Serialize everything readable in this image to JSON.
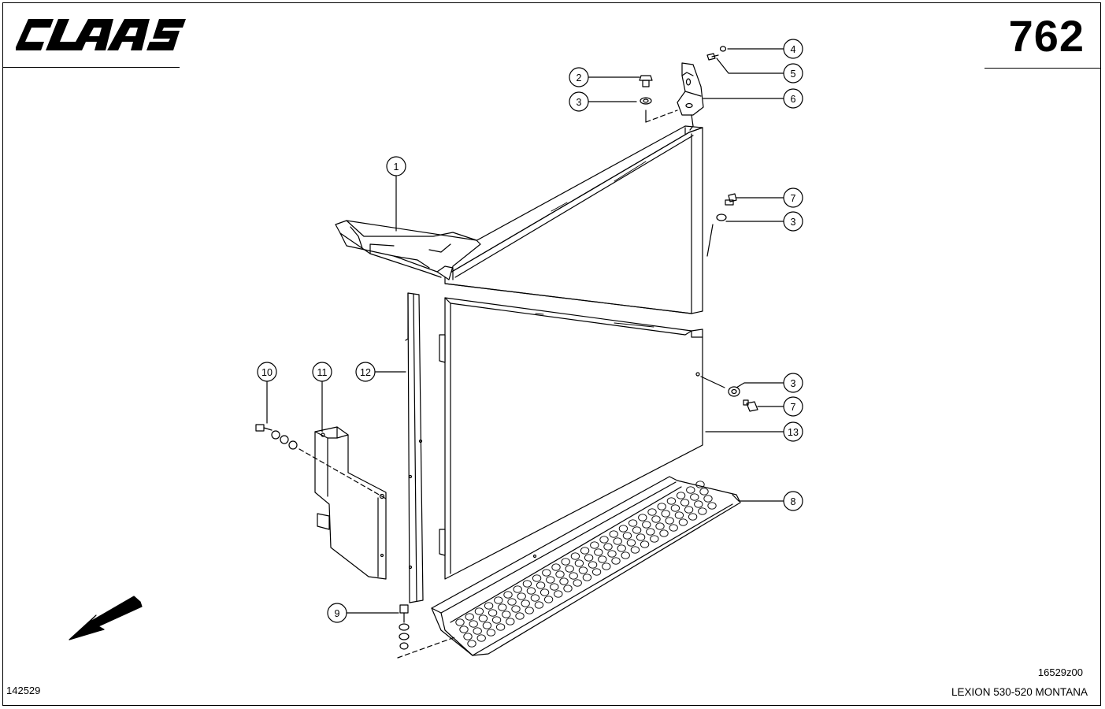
{
  "header": {
    "brand": "CLAAS",
    "page_number": "762"
  },
  "footer": {
    "left_ref": "142529",
    "drawing_ref": "16529z00",
    "model": "LEXION 530-520 MONTANA"
  },
  "callouts": [
    {
      "id": "c1",
      "label": "1"
    },
    {
      "id": "c2",
      "label": "2"
    },
    {
      "id": "c3a",
      "label": "3"
    },
    {
      "id": "c4",
      "label": "4"
    },
    {
      "id": "c5",
      "label": "5"
    },
    {
      "id": "c6",
      "label": "6"
    },
    {
      "id": "c7a",
      "label": "7"
    },
    {
      "id": "c3b",
      "label": "3"
    },
    {
      "id": "c10",
      "label": "10"
    },
    {
      "id": "c11",
      "label": "11"
    },
    {
      "id": "c12",
      "label": "12"
    },
    {
      "id": "c3c",
      "label": "3"
    },
    {
      "id": "c7b",
      "label": "7"
    },
    {
      "id": "c13",
      "label": "13"
    },
    {
      "id": "c8",
      "label": "8"
    },
    {
      "id": "c9",
      "label": "9"
    }
  ]
}
